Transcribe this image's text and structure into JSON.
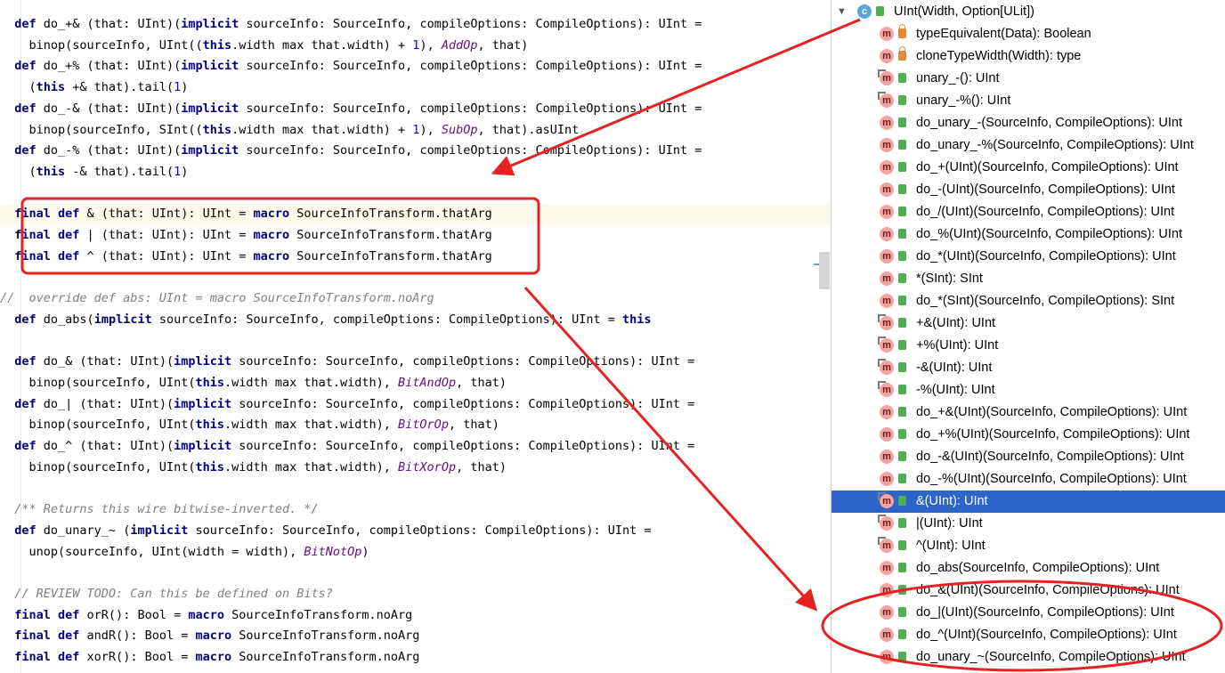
{
  "editor": {
    "lines": [
      {
        "tokens": [
          {
            "t": "  "
          },
          {
            "t": "def",
            "c": "kw"
          },
          {
            "t": " do_+& (that: UInt)("
          },
          {
            "t": "implicit",
            "c": "kw"
          },
          {
            "t": " sourceInfo: SourceInfo, compileOptions: CompileOptions): UInt ="
          }
        ]
      },
      {
        "tokens": [
          {
            "t": "    binop(sourceInfo, UInt(("
          },
          {
            "t": "this",
            "c": "kw"
          },
          {
            "t": ".width max that.width) + "
          },
          {
            "t": "1",
            "c": "nm"
          },
          {
            "t": "), "
          },
          {
            "t": "AddOp",
            "c": "it"
          },
          {
            "t": ", that)"
          }
        ]
      },
      {
        "tokens": [
          {
            "t": "  "
          },
          {
            "t": "def",
            "c": "kw"
          },
          {
            "t": " do_+% (that: UInt)("
          },
          {
            "t": "implicit",
            "c": "kw"
          },
          {
            "t": " sourceInfo: SourceInfo, compileOptions: CompileOptions): UInt ="
          }
        ]
      },
      {
        "tokens": [
          {
            "t": "    ("
          },
          {
            "t": "this",
            "c": "kw"
          },
          {
            "t": " +& that).tail("
          },
          {
            "t": "1",
            "c": "nm"
          },
          {
            "t": ")"
          }
        ]
      },
      {
        "tokens": [
          {
            "t": "  "
          },
          {
            "t": "def",
            "c": "kw"
          },
          {
            "t": " do_-& (that: UInt)("
          },
          {
            "t": "implicit",
            "c": "kw"
          },
          {
            "t": " sourceInfo: SourceInfo, compileOptions: CompileOptions): UInt ="
          }
        ]
      },
      {
        "tokens": [
          {
            "t": "    binop(sourceInfo, SInt(("
          },
          {
            "t": "this",
            "c": "kw"
          },
          {
            "t": ".width max that.width) + "
          },
          {
            "t": "1",
            "c": "nm"
          },
          {
            "t": "), "
          },
          {
            "t": "SubOp",
            "c": "it"
          },
          {
            "t": ", that).asUInt"
          }
        ]
      },
      {
        "tokens": [
          {
            "t": "  "
          },
          {
            "t": "def",
            "c": "kw"
          },
          {
            "t": " do_-% (that: UInt)("
          },
          {
            "t": "implicit",
            "c": "kw"
          },
          {
            "t": " sourceInfo: SourceInfo, compileOptions: CompileOptions): UInt ="
          }
        ]
      },
      {
        "tokens": [
          {
            "t": "    ("
          },
          {
            "t": "this",
            "c": "kw"
          },
          {
            "t": " -& that).tail("
          },
          {
            "t": "1",
            "c": "nm"
          },
          {
            "t": ")"
          }
        ]
      },
      {
        "tokens": []
      },
      {
        "hl": true,
        "tokens": [
          {
            "t": "  "
          },
          {
            "t": "final def",
            "c": "kw"
          },
          {
            "t": " & (that: UInt): UInt = "
          },
          {
            "t": "macro",
            "c": "kw"
          },
          {
            "t": " SourceInfoTransform.thatArg"
          }
        ]
      },
      {
        "tokens": [
          {
            "t": "  "
          },
          {
            "t": "final def",
            "c": "kw"
          },
          {
            "t": " | (that: UInt): UInt = "
          },
          {
            "t": "macro",
            "c": "kw"
          },
          {
            "t": " SourceInfoTransform.thatArg"
          }
        ]
      },
      {
        "tokens": [
          {
            "t": "  "
          },
          {
            "t": "final def",
            "c": "kw"
          },
          {
            "t": " ^ (that: UInt): UInt = "
          },
          {
            "t": "macro",
            "c": "kw"
          },
          {
            "t": " SourceInfoTransform.thatArg"
          }
        ]
      },
      {
        "tokens": []
      },
      {
        "tokens": [
          {
            "t": "//  override def abs: UInt = macro SourceInfoTransform.noArg",
            "c": "cm"
          }
        ]
      },
      {
        "tokens": [
          {
            "t": "  "
          },
          {
            "t": "def",
            "c": "kw"
          },
          {
            "t": " do_abs("
          },
          {
            "t": "implicit",
            "c": "kw"
          },
          {
            "t": " sourceInfo: SourceInfo, compileOptions: CompileOptions): UInt = "
          },
          {
            "t": "this",
            "c": "kw"
          }
        ]
      },
      {
        "tokens": []
      },
      {
        "tokens": [
          {
            "t": "  "
          },
          {
            "t": "def",
            "c": "kw"
          },
          {
            "t": " do_& (that: UInt)("
          },
          {
            "t": "implicit",
            "c": "kw"
          },
          {
            "t": " sourceInfo: SourceInfo, compileOptions: CompileOptions): UInt ="
          }
        ]
      },
      {
        "tokens": [
          {
            "t": "    binop(sourceInfo, UInt("
          },
          {
            "t": "this",
            "c": "kw"
          },
          {
            "t": ".width max that.width), "
          },
          {
            "t": "BitAndOp",
            "c": "it"
          },
          {
            "t": ", that)"
          }
        ]
      },
      {
        "tokens": [
          {
            "t": "  "
          },
          {
            "t": "def",
            "c": "kw"
          },
          {
            "t": " do_| (that: UInt)("
          },
          {
            "t": "implicit",
            "c": "kw"
          },
          {
            "t": " sourceInfo: SourceInfo, compileOptions: CompileOptions): UInt ="
          }
        ]
      },
      {
        "tokens": [
          {
            "t": "    binop(sourceInfo, UInt("
          },
          {
            "t": "this",
            "c": "kw"
          },
          {
            "t": ".width max that.width), "
          },
          {
            "t": "BitOrOp",
            "c": "it"
          },
          {
            "t": ", that)"
          }
        ]
      },
      {
        "tokens": [
          {
            "t": "  "
          },
          {
            "t": "def",
            "c": "kw"
          },
          {
            "t": " do_^ (that: UInt)("
          },
          {
            "t": "implicit",
            "c": "kw"
          },
          {
            "t": " sourceInfo: SourceInfo, compileOptions: CompileOptions): UInt ="
          }
        ]
      },
      {
        "tokens": [
          {
            "t": "    binop(sourceInfo, UInt("
          },
          {
            "t": "this",
            "c": "kw"
          },
          {
            "t": ".width max that.width), "
          },
          {
            "t": "BitXorOp",
            "c": "it"
          },
          {
            "t": ", that)"
          }
        ]
      },
      {
        "tokens": []
      },
      {
        "tokens": [
          {
            "t": "  "
          },
          {
            "t": "/** Returns this wire bitwise-inverted. */",
            "c": "cm"
          }
        ]
      },
      {
        "tokens": [
          {
            "t": "  "
          },
          {
            "t": "def",
            "c": "kw"
          },
          {
            "t": " do_unary_~ ("
          },
          {
            "t": "implicit",
            "c": "kw"
          },
          {
            "t": " sourceInfo: SourceInfo, compileOptions: CompileOptions): UInt ="
          }
        ]
      },
      {
        "tokens": [
          {
            "t": "    unop(sourceInfo, UInt(width = width), "
          },
          {
            "t": "BitNotOp",
            "c": "it"
          },
          {
            "t": ")"
          }
        ]
      },
      {
        "tokens": []
      },
      {
        "tokens": [
          {
            "t": "  "
          },
          {
            "t": "// REVIEW TODO: Can this be defined on Bits?",
            "c": "cm"
          }
        ]
      },
      {
        "tokens": [
          {
            "t": "  "
          },
          {
            "t": "final def",
            "c": "kw"
          },
          {
            "t": " orR(): Bool = "
          },
          {
            "t": "macro",
            "c": "kw"
          },
          {
            "t": " SourceInfoTransform.noArg"
          }
        ]
      },
      {
        "tokens": [
          {
            "t": "  "
          },
          {
            "t": "final def",
            "c": "kw"
          },
          {
            "t": " andR(): Bool = "
          },
          {
            "t": "macro",
            "c": "kw"
          },
          {
            "t": " SourceInfoTransform.noArg"
          }
        ]
      },
      {
        "tokens": [
          {
            "t": "  "
          },
          {
            "t": "final def",
            "c": "kw"
          },
          {
            "t": " xorR(): Bool = "
          },
          {
            "t": "macro",
            "c": "kw"
          },
          {
            "t": " SourceInfoTransform.noArg"
          }
        ]
      }
    ]
  },
  "structure": {
    "root": {
      "label": "UInt(Width, Option[ULit])",
      "icon_letter": "c",
      "expand_icon": "chevron-down-icon"
    },
    "method_icon_letter": "m",
    "items": [
      {
        "label": "typeEquivalent(Data): Boolean",
        "vis": "lock"
      },
      {
        "label": "cloneTypeWidth(Width): type",
        "vis": "lock"
      },
      {
        "label": "unary_-(): UInt",
        "override": true
      },
      {
        "label": "unary_-%(): UInt",
        "override": true
      },
      {
        "label": "do_unary_-(SourceInfo, CompileOptions): UInt"
      },
      {
        "label": "do_unary_-%(SourceInfo, CompileOptions): UInt"
      },
      {
        "label": "do_+(UInt)(SourceInfo, CompileOptions): UInt"
      },
      {
        "label": "do_-(UInt)(SourceInfo, CompileOptions): UInt"
      },
      {
        "label": "do_/(UInt)(SourceInfo, CompileOptions): UInt"
      },
      {
        "label": "do_%(UInt)(SourceInfo, CompileOptions): UInt"
      },
      {
        "label": "do_*(UInt)(SourceInfo, CompileOptions): UInt"
      },
      {
        "label": "*(SInt): SInt"
      },
      {
        "label": "do_*(SInt)(SourceInfo, CompileOptions): SInt"
      },
      {
        "label": "+&(UInt): UInt",
        "override": true
      },
      {
        "label": "+%(UInt): UInt",
        "override": true
      },
      {
        "label": "-&(UInt): UInt",
        "override": true
      },
      {
        "label": "-%(UInt): UInt",
        "override": true
      },
      {
        "label": "do_+&(UInt)(SourceInfo, CompileOptions): UInt"
      },
      {
        "label": "do_+%(UInt)(SourceInfo, CompileOptions): UInt"
      },
      {
        "label": "do_-&(UInt)(SourceInfo, CompileOptions): UInt"
      },
      {
        "label": "do_-%(UInt)(SourceInfo, CompileOptions): UInt"
      },
      {
        "label": "&(UInt): UInt",
        "override": true,
        "selected": true
      },
      {
        "label": "|(UInt): UInt",
        "override": true
      },
      {
        "label": "^(UInt): UInt",
        "override": true
      },
      {
        "label": "do_abs(SourceInfo, CompileOptions): UInt"
      },
      {
        "label": "do_&(UInt)(SourceInfo, CompileOptions): UInt"
      },
      {
        "label": "do_|(UInt)(SourceInfo, CompileOptions): UInt"
      },
      {
        "label": "do_^(UInt)(SourceInfo, CompileOptions): UInt"
      },
      {
        "label": "do_unary_~(SourceInfo, CompileOptions): UInt"
      }
    ]
  },
  "colors": {
    "annotation": "#e52222",
    "selection": "#2f65ca",
    "keyword": "#000080",
    "italic_ident": "#660e7a",
    "comment": "#808080",
    "number": "#0000ff"
  }
}
